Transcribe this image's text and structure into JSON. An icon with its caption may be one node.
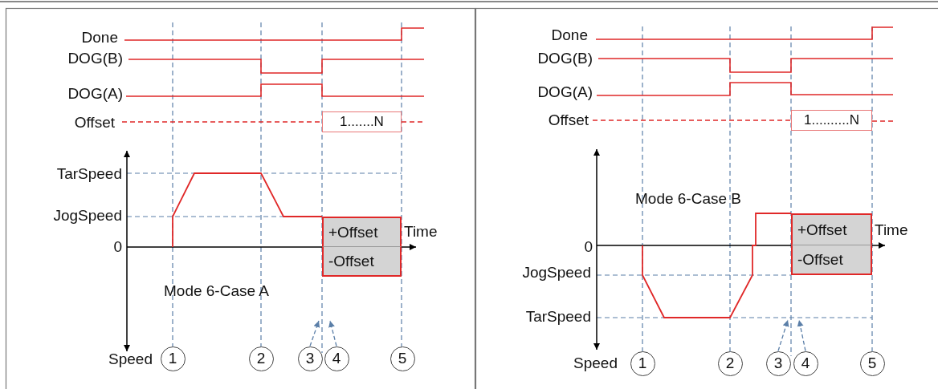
{
  "diagram": {
    "nodes": [
      {
        "text": [
          "1.......N"
        ]
      },
      {
        "text": [
          "+Offset"
        ]
      },
      {
        "text": [
          "-Offset"
        ]
      },
      {
        "text": [
          "1"
        ]
      },
      {
        "text": [
          "2"
        ]
      },
      {
        "text": [
          "3"
        ]
      },
      {
        "text": [
          "4"
        ]
      },
      {
        "text": [
          "5"
        ]
      },
      {
        "text": [
          "1..........N"
        ]
      },
      {
        "text": [
          "+Offset"
        ]
      },
      {
        "text": [
          "-Offset"
        ]
      },
      {
        "text": [
          "1"
        ]
      },
      {
        "text": [
          "2"
        ]
      },
      {
        "text": [
          "3"
        ]
      },
      {
        "text": [
          "4"
        ]
      },
      {
        "text": [
          "5"
        ]
      }
    ],
    "edges": [
      {
        "from": 5,
        "to": null,
        "arrow": "to",
        "style": "dashed"
      },
      {
        "from": 6,
        "to": null,
        "arrow": "to",
        "style": "dashed"
      },
      {
        "from": 13,
        "to": null,
        "arrow": "to",
        "style": "dashed"
      },
      {
        "from": 14,
        "to": null,
        "arrow": "to",
        "style": "dashed"
      }
    ],
    "labels": [
      "Done",
      "DOG(B)",
      "DOG(A)",
      "Offset",
      "TarSpeed",
      "JogSpeed",
      "0",
      "Time",
      "Mode 6-Case A",
      "Speed",
      "Done",
      "DOG(B)",
      "DOG(A)",
      "Offset",
      "Mode 6-Case B",
      "0",
      "Time",
      "JogSpeed",
      "TarSpeed",
      "Speed"
    ]
  }
}
